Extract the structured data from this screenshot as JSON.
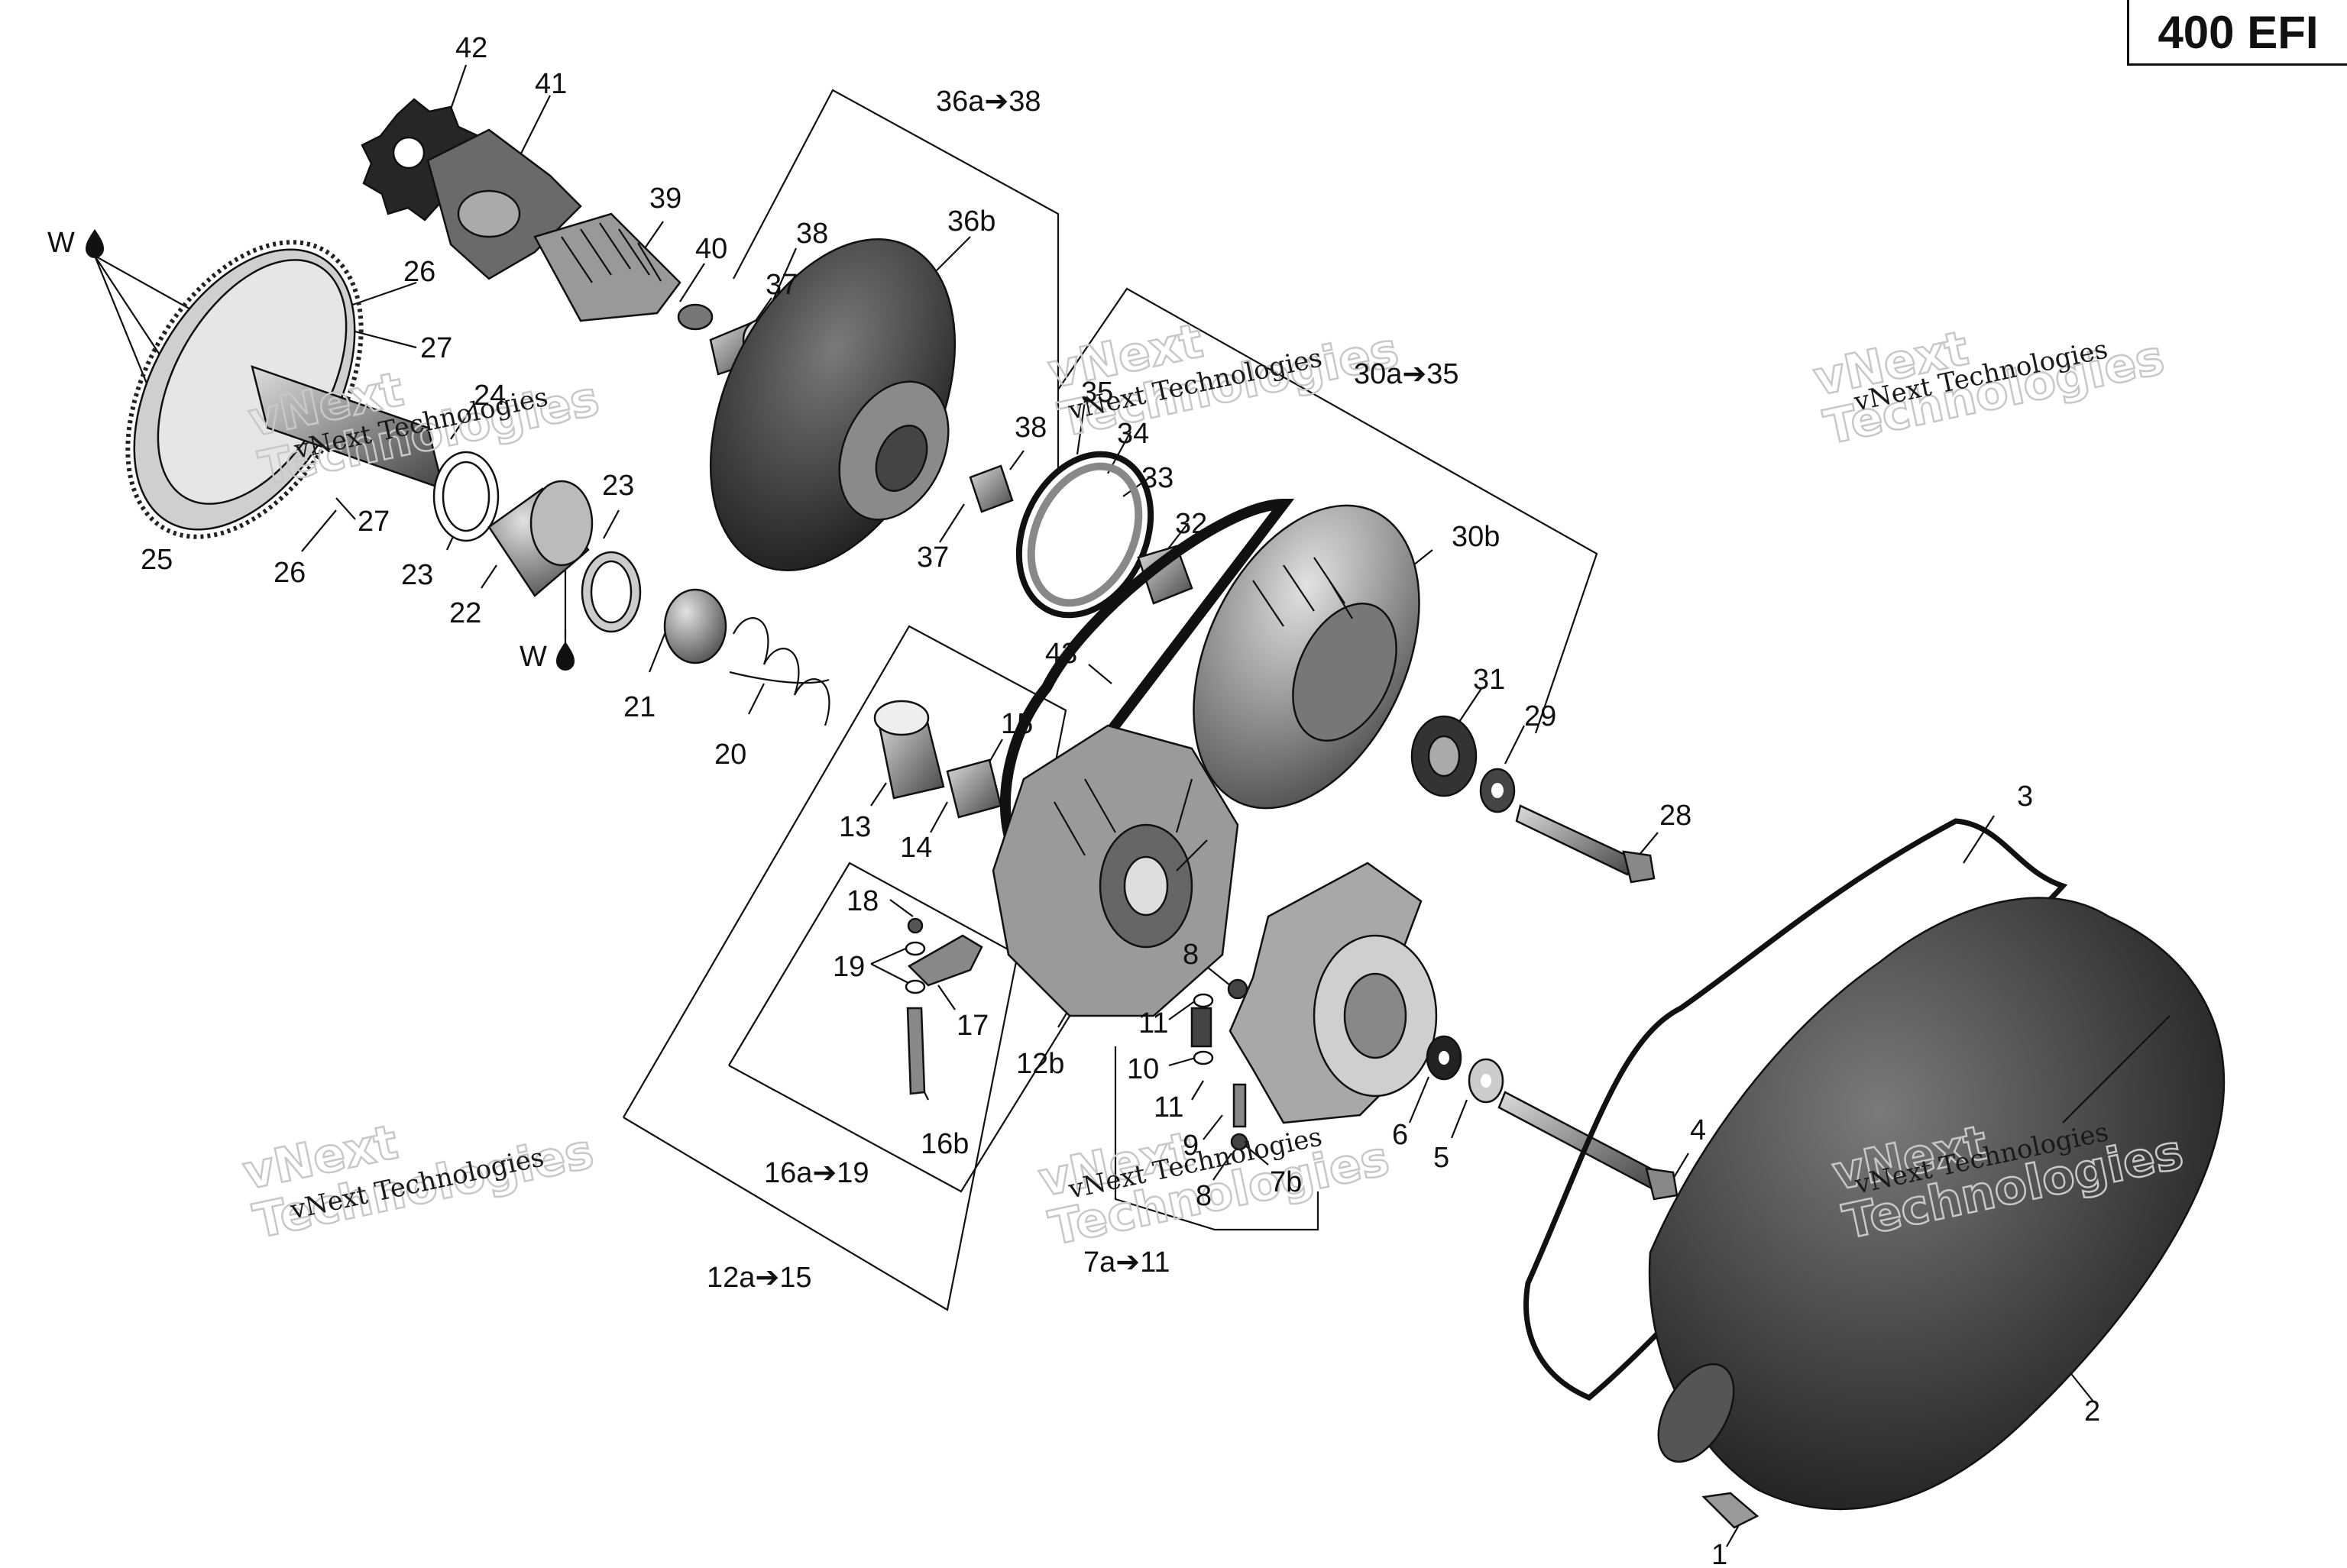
{
  "badge": "400 EFI",
  "callouts": {
    "c42": "42",
    "c41": "41",
    "c39": "39",
    "c40": "40",
    "c38a": "38",
    "c37a": "37",
    "c36b": "36b",
    "c36a38": "36a➔38",
    "c26a": "26",
    "c27a": "27",
    "c24": "24",
    "c25": "25",
    "c26b": "26",
    "c27b": "27",
    "c23a": "23",
    "c22": "22",
    "c23b": "23",
    "c21": "21",
    "c20": "20",
    "c35": "35",
    "c34": "34",
    "c38b": "38",
    "c33": "33",
    "c32": "32",
    "c37b": "37",
    "c30a35": "30a➔35",
    "c30b": "30b",
    "c43": "43",
    "c31": "31",
    "c29": "29",
    "c28": "28",
    "c15": "15",
    "c13": "13",
    "c14": "14",
    "c18": "18",
    "c19": "19",
    "c17": "17",
    "c16b": "16b",
    "c16a19": "16a➔19",
    "c12b": "12b",
    "c12a15": "12a➔15",
    "c8a": "8",
    "c11a": "11",
    "c10": "10",
    "c11b": "11",
    "c9": "9",
    "c8b": "8",
    "c7b": "7b",
    "c7a11": "7a➔11",
    "c6": "6",
    "c5": "5",
    "c4": "4",
    "c3": "3",
    "c2": "2",
    "c1": "1",
    "w1": "W",
    "w2": "W"
  },
  "watermark": {
    "small": "vNext Technologies",
    "large": "vNext Technologies",
    "large_line1": "vNext",
    "large_line2": "Technologies"
  },
  "colors": {
    "line": "#111111",
    "part_dark": "#2b2b2b",
    "part_mid": "#6f6f6f",
    "part_light": "#b9b9b9",
    "watermark_outline": "#c8c8c8"
  }
}
